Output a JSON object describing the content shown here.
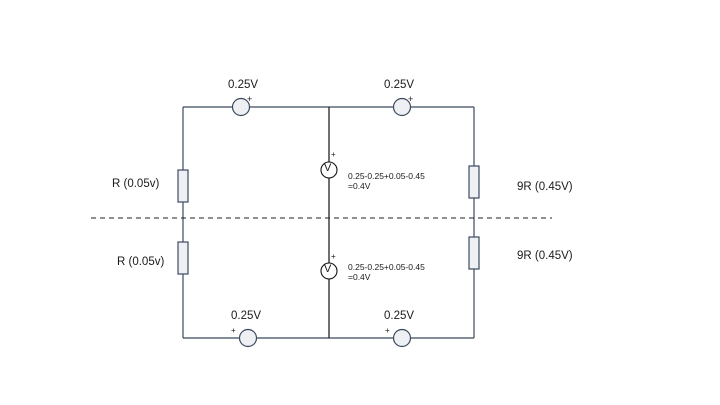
{
  "diagram": {
    "type": "circuit",
    "sources": {
      "top_left": {
        "label": "0.25V",
        "polarity": "+"
      },
      "top_right": {
        "label": "0.25V",
        "polarity": "+"
      },
      "bottom_left": {
        "label": "0.25V",
        "polarity": "+"
      },
      "bottom_right": {
        "label": "0.25V",
        "polarity": "+"
      }
    },
    "resistors": {
      "left_top": {
        "label": "R (0.05v)"
      },
      "left_bottom": {
        "label": "R (0.05v)"
      },
      "right_top": {
        "label": "9R (0.45V)"
      },
      "right_bottom": {
        "label": "9R (0.45V)"
      }
    },
    "voltmeters": {
      "upper": {
        "symbol": "V",
        "polarity": "+",
        "equation_line1": "0.25-0.25+0.05-0.45",
        "equation_line2": "=0.4V"
      },
      "lower": {
        "symbol": "V",
        "polarity": "+",
        "equation_line1": "0.25-0.25+0.05-0.45",
        "equation_line2": "=0.4V"
      }
    },
    "colors": {
      "wire": "#3b4a5e",
      "center_wire": "#111111",
      "component_fill": "#eef0f3",
      "dashed_line": "#222222"
    }
  }
}
